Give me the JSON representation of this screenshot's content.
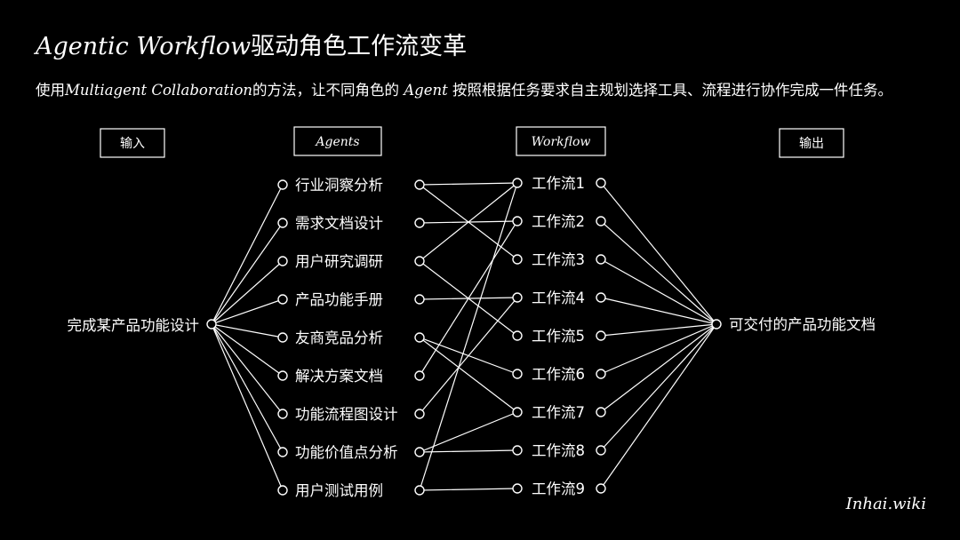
{
  "title": {
    "en": "Agentic Workflow",
    "zh": "驱动角色工作流变革"
  },
  "subtitle": {
    "p1": "使用",
    "em1": "Multiagent Collaboration",
    "p2": "的方法，让不同角色的 ",
    "em2": "Agent",
    "p3": " 按照根据任务要求自主规划选择工具、流程进行协作完成一件任务。"
  },
  "headers": {
    "input": "输入",
    "agents": "Agents",
    "workflow": "Workflow",
    "output": "输出"
  },
  "input_node": "完成某产品功能设计",
  "output_node": "可交付的产品功能文档",
  "agents": [
    "行业洞察分析",
    "需求文档设计",
    "用户研究调研",
    "产品功能手册",
    "友商竞品分析",
    "解决方案文档",
    "功能流程图设计",
    "功能价值点分析",
    "用户测试用例"
  ],
  "workflows": [
    "工作流1",
    "工作流2",
    "工作流3",
    "工作流4",
    "工作流5",
    "工作流6",
    "工作流7",
    "工作流8",
    "工作流9"
  ],
  "agent_to_workflow": [
    [
      0,
      2
    ],
    [
      0,
      0
    ],
    [
      1,
      1
    ],
    [
      2,
      0
    ],
    [
      2,
      4
    ],
    [
      3,
      3
    ],
    [
      4,
      5
    ],
    [
      4,
      6
    ],
    [
      5,
      1
    ],
    [
      6,
      3
    ],
    [
      7,
      7
    ],
    [
      7,
      6
    ],
    [
      8,
      0
    ],
    [
      8,
      8
    ]
  ],
  "brand": "Inhai.wiki",
  "colors": {
    "background": "#000000",
    "foreground": "#ffffff"
  }
}
